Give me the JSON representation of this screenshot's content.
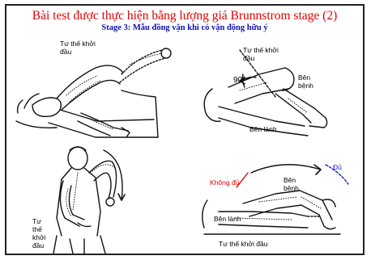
{
  "header": {
    "title": "Bài  test được thực hiện bằng lượng giá Brunnstrom stage (2)",
    "subtitle": "Stage 3: Mẫu đồng vận khi có vận động hữu ý"
  },
  "panels": {
    "top_left": {
      "start_label": "Tư thế khởi đầu"
    },
    "top_right": {
      "start_label": "Tư thế khởi đầu",
      "angle_label": "90°",
      "affected_label": "Bên bệnh",
      "healthy_label": "Bên lành"
    },
    "bottom_left": {
      "start_label": "Tư thế khởi đầu"
    },
    "bottom_right": {
      "enough_label": "Đủ",
      "not_enough_label": "Không đủ",
      "affected_label": "Bên bệnh",
      "healthy_label": "Bên lành",
      "start_label": "Tư thế khởi đầu"
    }
  },
  "colors": {
    "title": "#e00000",
    "subtitle": "#1010b0",
    "enough": "#2020d0",
    "not_enough": "#e00000",
    "line_art": "#111111"
  }
}
